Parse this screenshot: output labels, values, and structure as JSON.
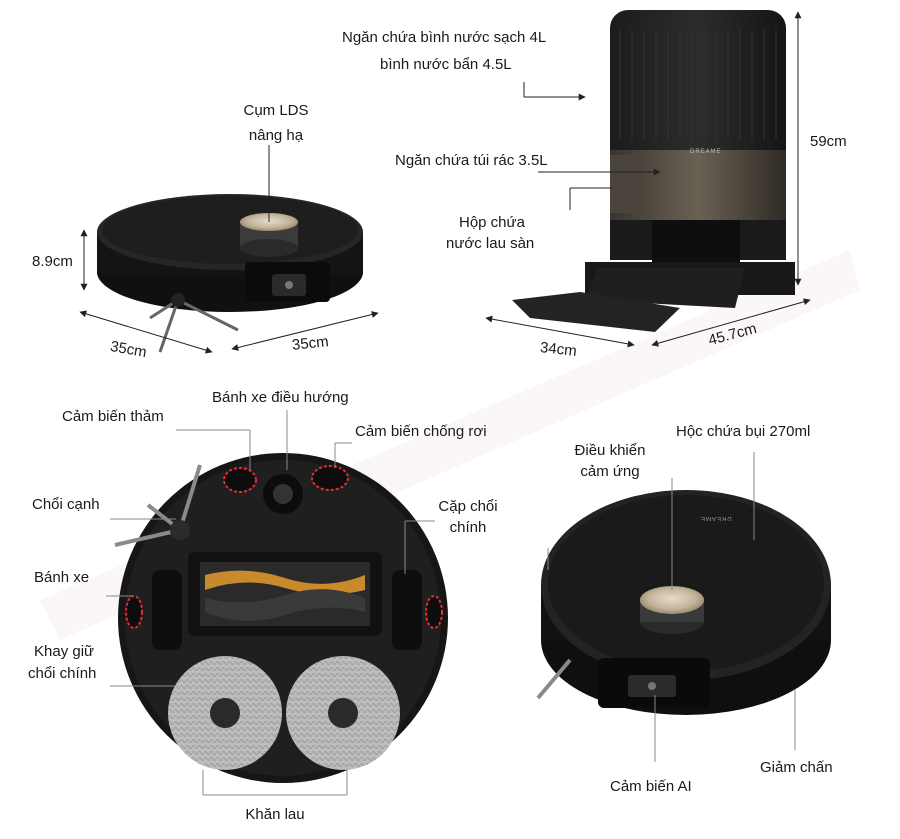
{
  "top_robot": {
    "lds_line1": "Cụm LDS",
    "lds_line2": "nâng hạ",
    "height": "8.9cm",
    "depth": "35cm",
    "width": "35cm"
  },
  "station": {
    "water_line1": "Ngăn chứa bình nước sạch 4L",
    "water_line2": "bình nước bẩn 4.5L",
    "bag": "Ngăn chứa túi rác 3.5L",
    "box_line1": "Hộp chứa",
    "box_line2": "nước lau sàn",
    "height": "59cm",
    "depth": "34cm",
    "width": "45.7cm"
  },
  "bottom_view": {
    "steer_wheel": "Bánh xe điều hướng",
    "carpet_sensor": "Cảm biến thảm",
    "cliff_sensor": "Cảm biến chống rơi",
    "side_brush": "Chổi cạnh",
    "main_brush_line1": "Cặp chổi",
    "main_brush_line2": "chính",
    "wheel": "Bánh xe",
    "brush_tray_line1": "Khay giữ",
    "brush_tray_line2": "chổi chính",
    "mop": "Khăn lau"
  },
  "top_view": {
    "touch_line1": "Điều khiển",
    "touch_line2": "cảm ứng",
    "dustbin": "Hộc chứa bụi 270ml",
    "bumper": "Giảm chấn",
    "ai_sensor": "Cảm biến AI"
  },
  "brand_mark": "DREAME"
}
